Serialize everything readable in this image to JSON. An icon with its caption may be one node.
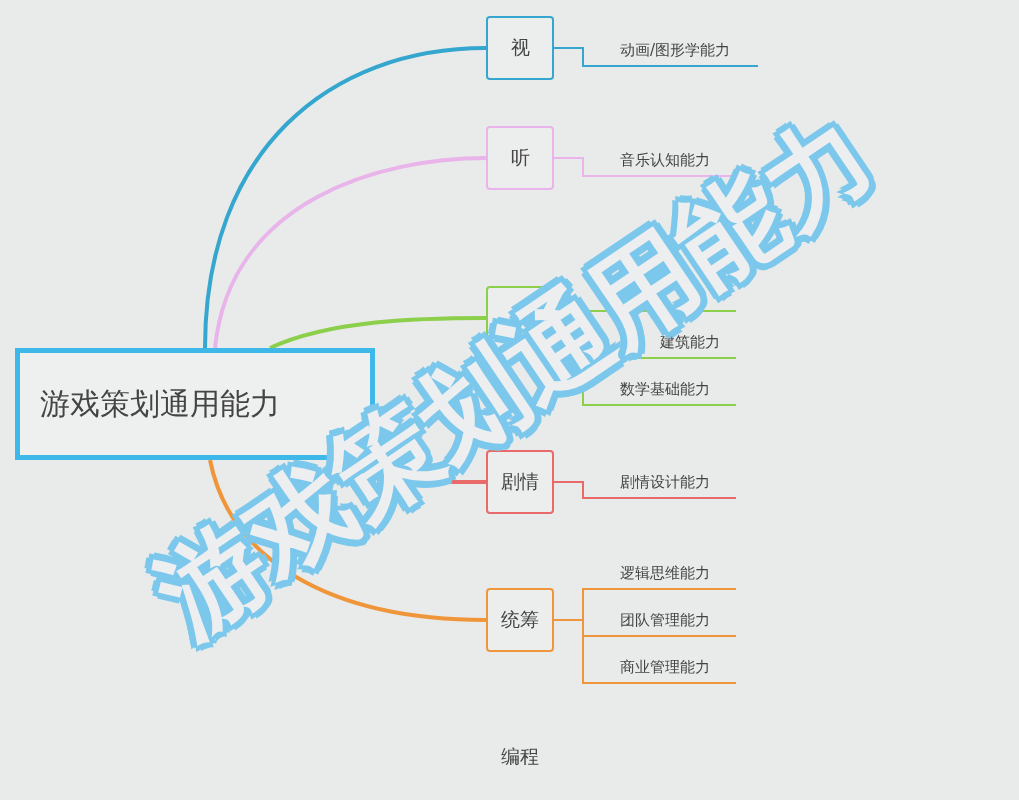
{
  "diagram": {
    "title": "游戏策划通用能力",
    "nodes": [
      {
        "text": [
          "游戏策划通用能力"
        ]
      },
      {
        "text": [
          "视"
        ]
      },
      {
        "text": [
          "动画/图形学能力"
        ]
      },
      {
        "text": [
          "听"
        ]
      },
      {
        "text": [
          "音乐认知能力"
        ]
      },
      {
        "text": [],
        "shape": "box"
      },
      {
        "text": [],
        "shape": "bar"
      },
      {
        "text": [
          "建筑能力"
        ]
      },
      {
        "text": [
          "数学基础能力"
        ]
      },
      {
        "text": [
          "剧情"
        ]
      },
      {
        "text": [
          "剧情设计能力"
        ]
      },
      {
        "text": [
          "统筹"
        ]
      },
      {
        "text": [
          "逻辑思维能力"
        ]
      },
      {
        "text": [
          "团队管理能力"
        ]
      },
      {
        "text": [
          "商业管理能力"
        ]
      },
      {
        "text": [
          "编程"
        ]
      }
    ],
    "edges": [
      {
        "from": 0,
        "to": 1,
        "arrow": "none",
        "style": "thick",
        "color": "#35a7cf"
      },
      {
        "from": 1,
        "to": 2,
        "arrow": "none",
        "color": "#35a7cf"
      },
      {
        "from": 0,
        "to": 3,
        "arrow": "none",
        "style": "thick",
        "color": "#e8b4ea"
      },
      {
        "from": 3,
        "to": 4,
        "arrow": "none",
        "color": "#e8b4ea"
      },
      {
        "from": 0,
        "to": 5,
        "arrow": "none",
        "style": "thick",
        "color": "#8ccf4a"
      },
      {
        "from": 5,
        "to": 6,
        "arrow": "none",
        "color": "#8ccf4a"
      },
      {
        "from": 5,
        "to": 7,
        "arrow": "none",
        "color": "#8ccf4a"
      },
      {
        "from": 5,
        "to": 8,
        "arrow": "none",
        "color": "#8ccf4a"
      },
      {
        "from": 0,
        "to": 9,
        "arrow": "none",
        "style": "thick",
        "color": "#e86a6a"
      },
      {
        "from": 9,
        "to": 10,
        "arrow": "none",
        "color": "#e86a6a"
      },
      {
        "from": 0,
        "to": 11,
        "arrow": "none",
        "style": "thick",
        "color": "#f0963a"
      },
      {
        "from": 11,
        "to": 12,
        "arrow": "none",
        "color": "#f0963a"
      },
      {
        "from": 11,
        "to": 13,
        "arrow": "none",
        "color": "#f0963a"
      },
      {
        "from": 11,
        "to": 14,
        "arrow": "none",
        "color": "#f0963a"
      }
    ]
  }
}
